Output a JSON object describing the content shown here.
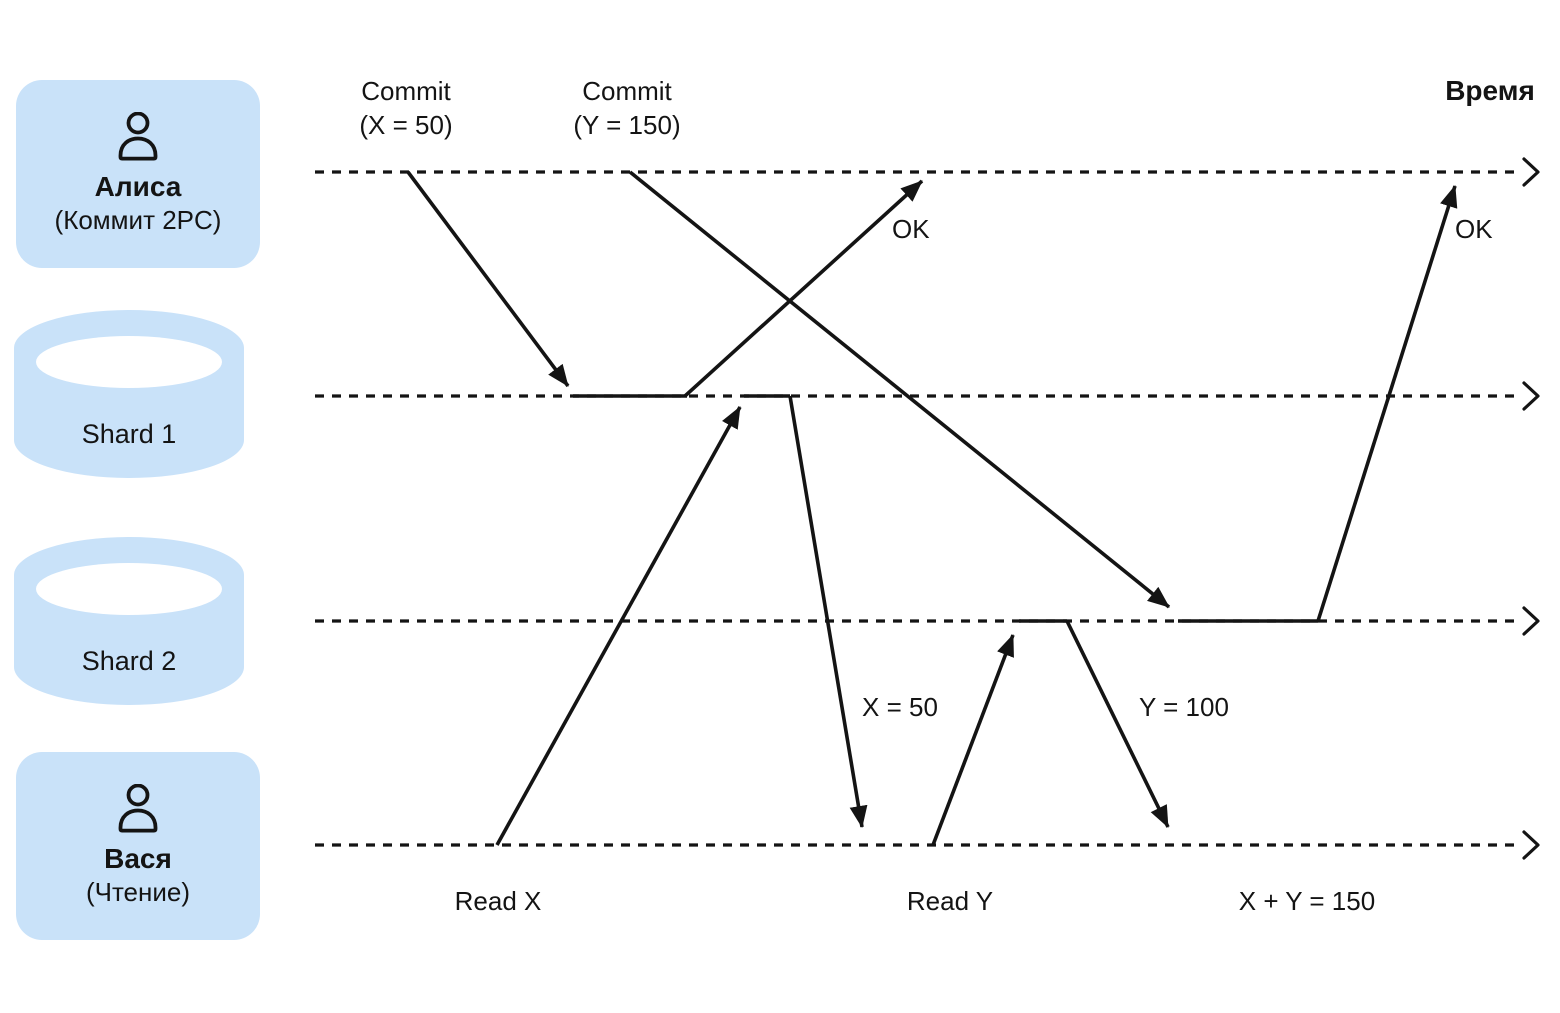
{
  "colors": {
    "accent_blue": "#c9e2f9",
    "line_black": "#141414",
    "background": "#ffffff"
  },
  "header": {
    "time_axis_label": "Время"
  },
  "actors": [
    {
      "id": "alice",
      "name": "Алиса",
      "subtitle": "(Коммит 2PC)",
      "kind": "person"
    },
    {
      "id": "shard1",
      "name": "Shard 1",
      "kind": "database"
    },
    {
      "id": "shard2",
      "name": "Shard 2",
      "kind": "database"
    },
    {
      "id": "vasya",
      "name": "Вася",
      "subtitle": "(Чтение)",
      "kind": "person"
    }
  ],
  "messages": {
    "commit_x": {
      "line1": "Commit",
      "line2": "(X = 50)",
      "from": "Алиса",
      "to": "Shard 1"
    },
    "commit_y": {
      "line1": "Commit",
      "line2": "(Y = 150)",
      "from": "Алиса",
      "to": "Shard 2"
    },
    "ok_shard1": {
      "label": "OK",
      "from": "Shard 1",
      "to": "Алиса"
    },
    "ok_shard2": {
      "label": "OK",
      "from": "Shard 2",
      "to": "Алиса"
    },
    "read_x": {
      "label": "Read X",
      "from": "Вася",
      "to": "Shard 1"
    },
    "x_value": {
      "label": "X = 50",
      "from": "Shard 1",
      "to": "Вася"
    },
    "read_y": {
      "label": "Read Y",
      "from": "Вася",
      "to": "Shard 2"
    },
    "y_value": {
      "label": "Y = 100",
      "from": "Shard 2",
      "to": "Вася"
    },
    "result": {
      "label": "X + Y = 150"
    }
  }
}
